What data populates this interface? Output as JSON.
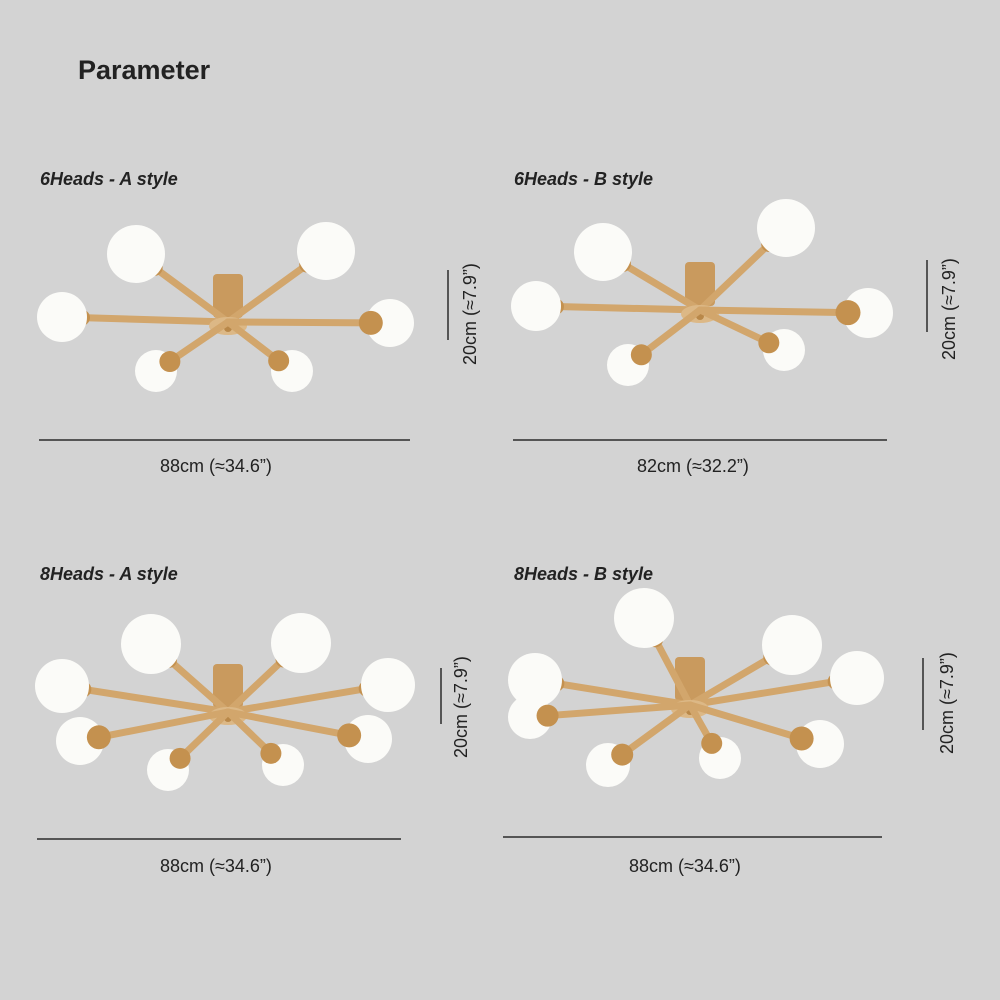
{
  "title": "Parameter",
  "variants": [
    {
      "label": "6Heads - A style",
      "width": "88cm (≈34.6”)",
      "height": "20cm (≈7.9”)"
    },
    {
      "label": "6Heads - B style",
      "width": "82cm (≈32.2”)",
      "height": "20cm (≈7.9”)"
    },
    {
      "label": "8Heads - A style",
      "width": "88cm (≈34.6”)",
      "height": "20cm (≈7.9”)"
    },
    {
      "label": "8Heads - B style",
      "width": "88cm (≈34.6”)",
      "height": "20cm (≈7.9”)"
    }
  ],
  "colors": {
    "background": "#d3d3d3",
    "wood": "#d2a66c",
    "glass": "#fbfbf8"
  }
}
